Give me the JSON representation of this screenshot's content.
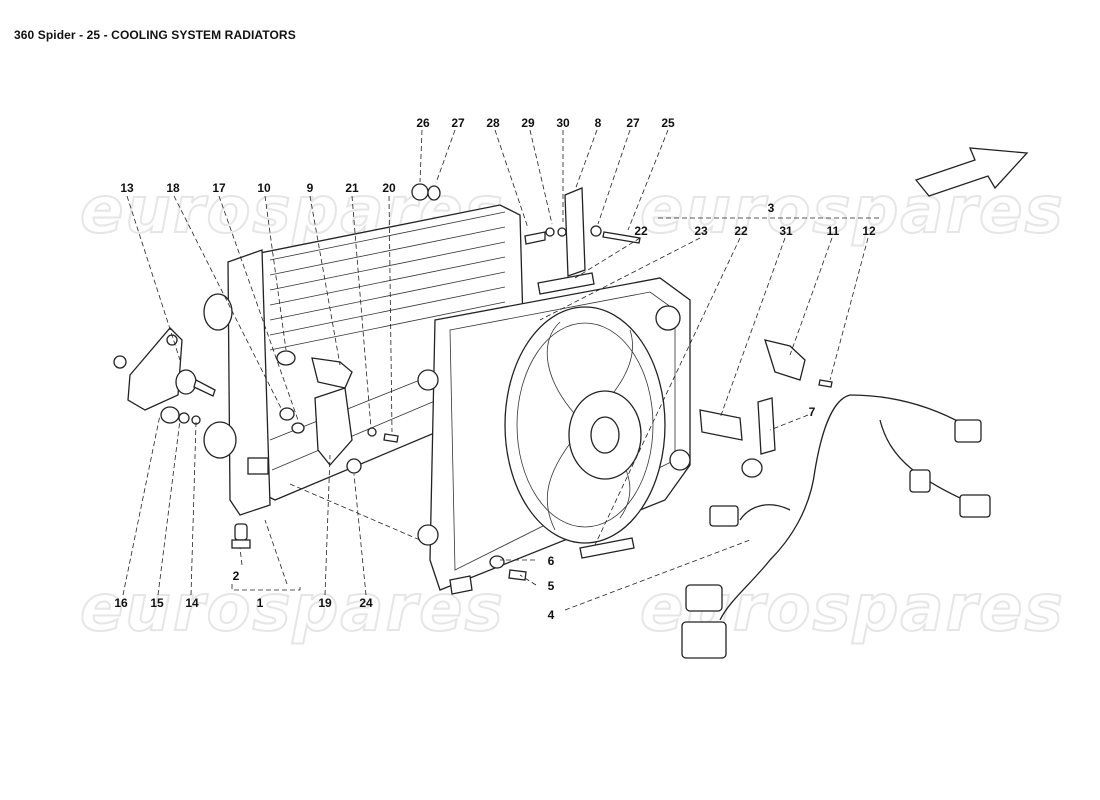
{
  "header": {
    "title": "360 Spider - 25 - COOLING SYSTEM RADIATORS"
  },
  "watermark": {
    "text": "eurospares"
  },
  "callouts": {
    "c26": "26",
    "c27a": "27",
    "c28": "28",
    "c29": "29",
    "c30": "30",
    "c8": "8",
    "c27b": "27",
    "c25": "25",
    "c13": "13",
    "c18": "18",
    "c17": "17",
    "c10": "10",
    "c9": "9",
    "c21": "21",
    "c20": "20",
    "c3": "3",
    "c22a": "22",
    "c23": "23",
    "c22b": "22",
    "c31": "31",
    "c11": "11",
    "c12": "12",
    "c7": "7",
    "c6": "6",
    "c5": "5",
    "c4": "4",
    "c16": "16",
    "c15": "15",
    "c14": "14",
    "c2": "2",
    "c1": "1",
    "c19": "19",
    "c24": "24"
  }
}
